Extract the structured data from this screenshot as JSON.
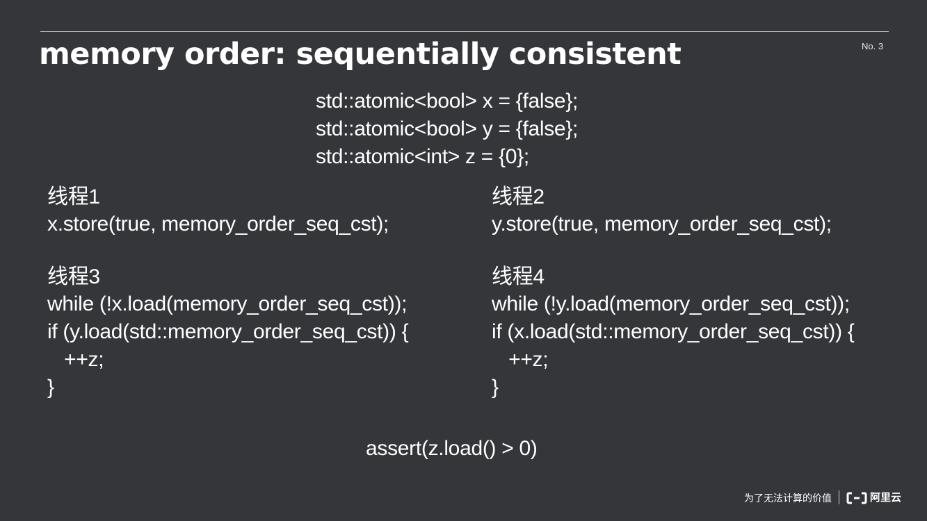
{
  "slide": {
    "title": "memory order: sequentially consistent",
    "number": "No. 3"
  },
  "declarations": [
    "std::atomic<bool> x = {false};",
    "std::atomic<bool> y = {false};",
    "std::atomic<int> z = {0};"
  ],
  "threads": [
    {
      "heading": "线程1",
      "lines": [
        "x.store(true, memory_order_seq_cst);"
      ]
    },
    {
      "heading": "线程2",
      "lines": [
        "y.store(true, memory_order_seq_cst);"
      ]
    },
    {
      "heading": "线程3",
      "lines": [
        "while (!x.load(memory_order_seq_cst));",
        "if (y.load(std::memory_order_seq_cst)) {",
        "   ++z;",
        "}"
      ]
    },
    {
      "heading": "线程4",
      "lines": [
        "while (!y.load(memory_order_seq_cst));",
        "if (x.load(std::memory_order_seq_cst)) {",
        "   ++z;",
        "}"
      ]
    }
  ],
  "assertion": "assert(z.load() > 0)",
  "footer": {
    "slogan": "为了无法计算的价值",
    "logo_icon": "aliyun-bracket-icon",
    "brand": "阿里云"
  }
}
